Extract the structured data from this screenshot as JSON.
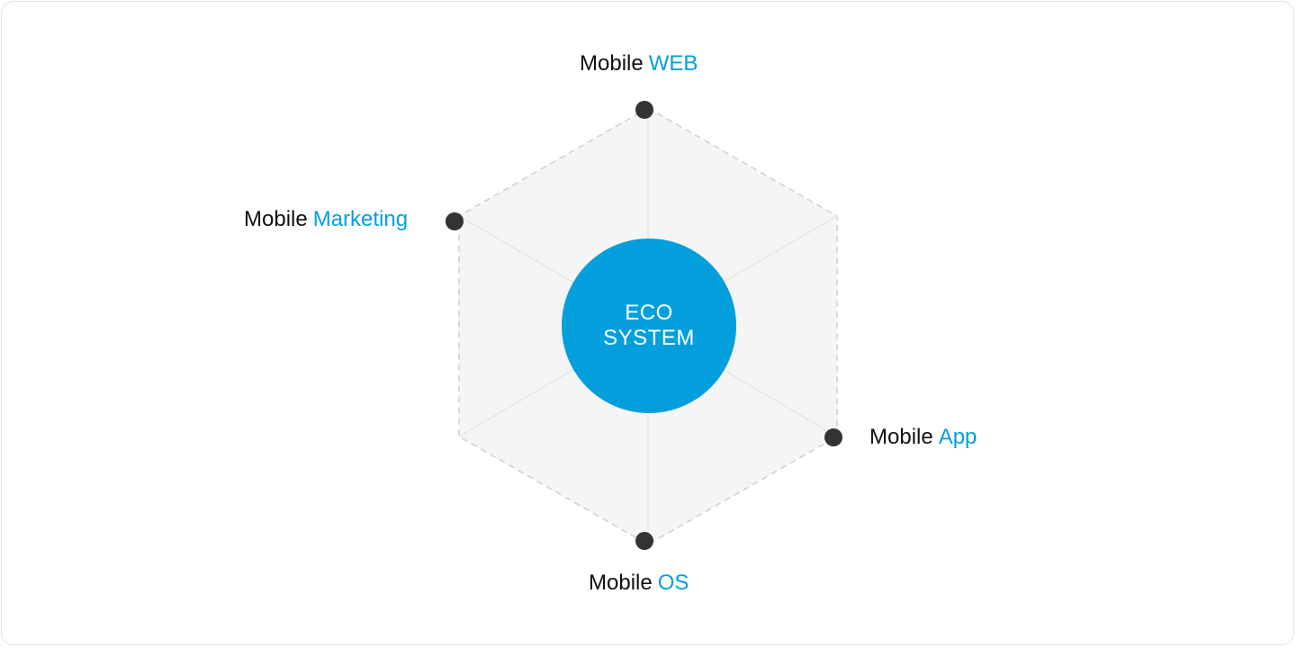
{
  "colors": {
    "accent": "#039fdd",
    "text": "#111111",
    "dot": "#333333",
    "hexagon_fill": "#f5f5f5",
    "hexagon_border": "#d0d0d0",
    "spokes": "#e6e6e6"
  },
  "center": {
    "line1": "ECO",
    "line2": "SYSTEM"
  },
  "nodes": [
    {
      "id": "web",
      "prefix": "Mobile",
      "highlight": "WEB"
    },
    {
      "id": "marketing",
      "prefix": "Mobile",
      "highlight": "Marketing"
    },
    {
      "id": "app",
      "prefix": "Mobile",
      "highlight": "App"
    },
    {
      "id": "os",
      "prefix": "Mobile",
      "highlight": "OS"
    }
  ]
}
